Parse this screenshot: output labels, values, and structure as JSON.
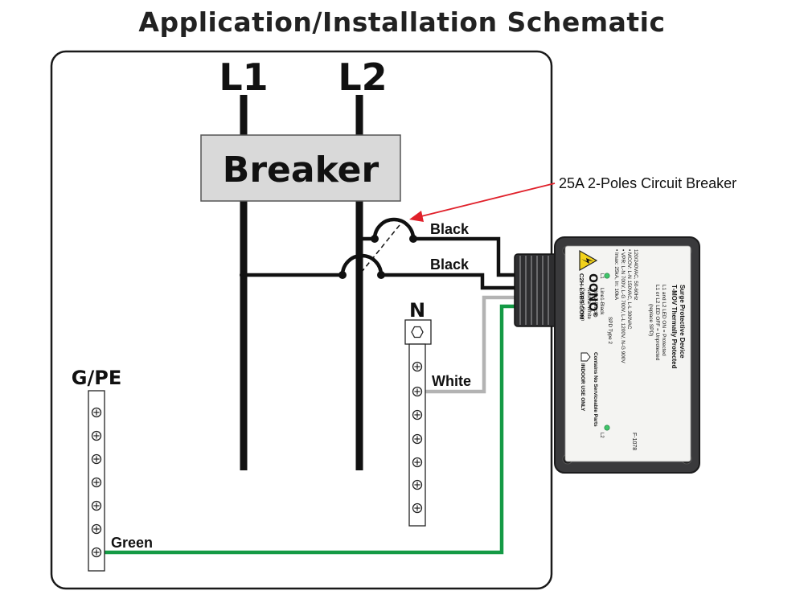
{
  "title": "Application/Installation Schematic",
  "panel": {
    "line1": "L1",
    "line2": "L2",
    "breaker": "Breaker",
    "neutral": "N",
    "ground": "G/PE"
  },
  "callout": "25A 2-Poles Circuit Breaker",
  "wires": {
    "black1": "Black",
    "black2": "Black",
    "white": "White",
    "green": "Green"
  },
  "device": {
    "brand": "OONO",
    "trademark": "®",
    "website": "C2H-LABS.COM",
    "name": "Surge Protective Device",
    "subtitle": "T-MOV Thermally Protected",
    "led1": "L1",
    "led2": "L2",
    "led_on": "L1 and L2 LED ON = Protected",
    "led_off": "L1 or L2 LED OFF = Unprotected",
    "replace": "(replace SPD)",
    "voltage": "120/240VAC, 50-60Hz",
    "mcov": "• MCOV: L-N 150VAC, L-L 300VAC",
    "vpr": "• VPR: L-N 700V, L-G 700V, L-L 1200V, N-G 900V",
    "imax": "• Imax: 25kA, In: 10kA",
    "spd_type": "SPD Type 2",
    "line1": "Line1-Black",
    "line2": "Line2-Black",
    "neutral": "Neutral-White",
    "ground": "Ground-Green",
    "noservice": "Contains No Serviceable Parts",
    "indoor": "INDOOR USE ONLY",
    "model": "F-1078"
  },
  "colors": {
    "wire_black": "#111111",
    "wire_white": "#b3b3b3",
    "wire_green": "#149a45",
    "breaker_fill": "#d9d9d9",
    "callout_arrow": "#e0202a",
    "device_body": "#3a3a3c",
    "led": "#3fc46a",
    "warning": "#f2d21b"
  }
}
